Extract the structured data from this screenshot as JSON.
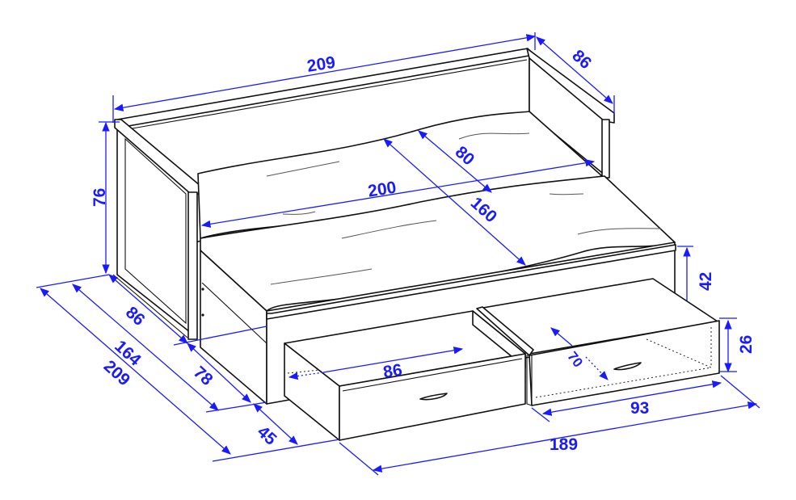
{
  "diagram": {
    "subject": "daybed with two pull-out drawers",
    "units": "cm",
    "dimension_color": "#1a1aff",
    "line_color": "#111111",
    "labels": {
      "overall_length": "209",
      "overall_depth_top": "86",
      "backrest_height": "76",
      "mattress_length": "200",
      "mattress_width": "80",
      "extended_width": "160",
      "seat_height": "42",
      "drawer_height": "26",
      "drawer_inner_width": "86",
      "drawer_depth": "70",
      "drawer_front_width": "93",
      "drawers_total_width": "189",
      "side_depth": "86",
      "extended_total_depth": "164",
      "total_depth_with_drawers": "209",
      "pullout_depth": "78",
      "drawer_extension": "45"
    }
  }
}
